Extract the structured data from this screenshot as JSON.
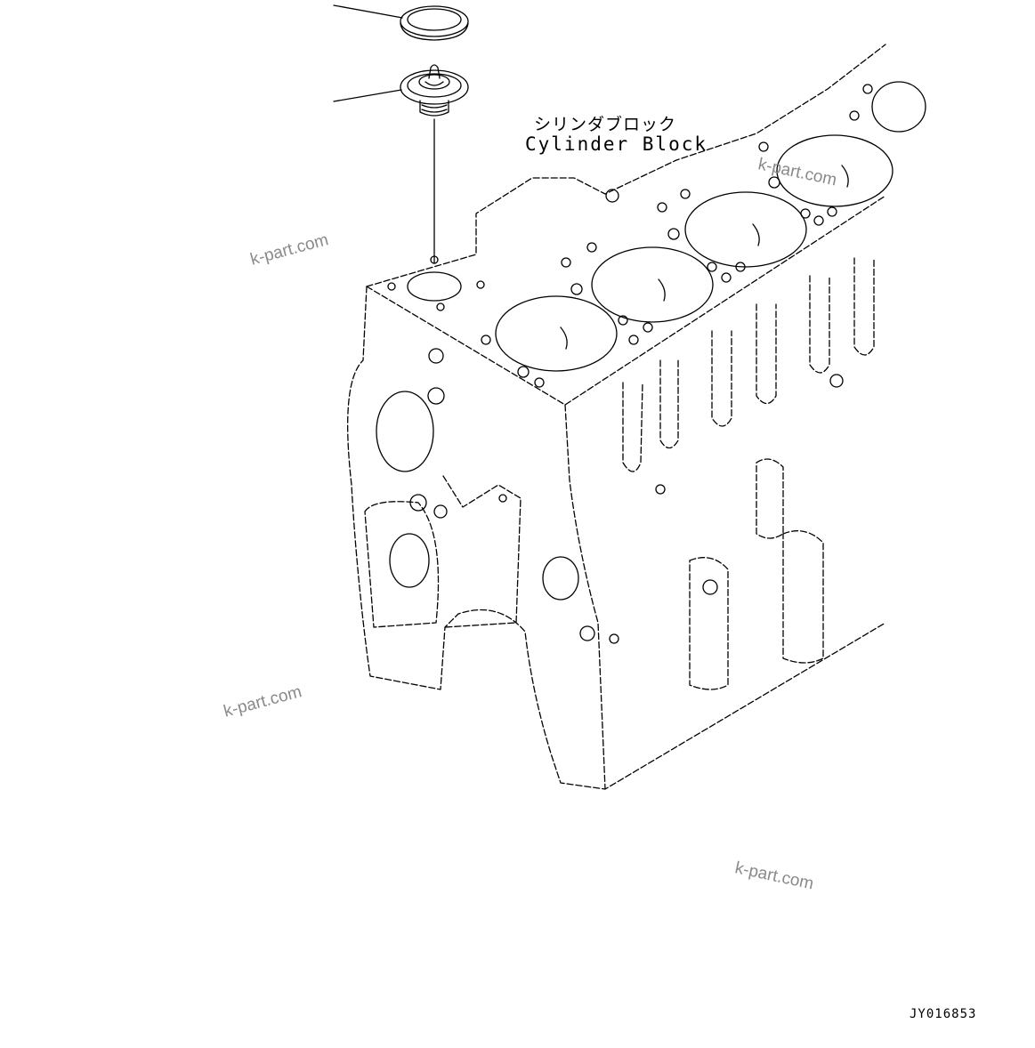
{
  "diagram": {
    "label_jp": "シリンダブロック",
    "label_en": "Cylinder Block",
    "figure_code": "JY016853",
    "watermarks": [
      "k-part.com",
      "k-part.com",
      "k-part.com",
      "k-part.com"
    ],
    "colors": {
      "line": "#000000",
      "watermark": "#8a8a8a",
      "background": "#ffffff"
    }
  }
}
